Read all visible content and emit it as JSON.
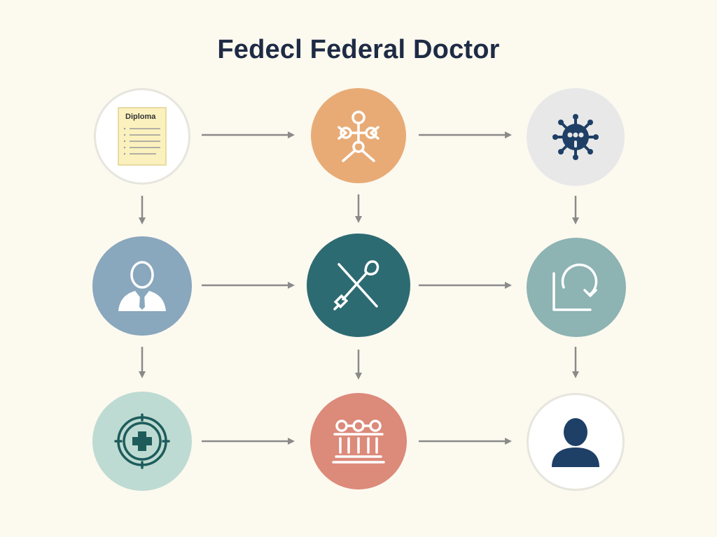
{
  "title": "Fedecl Federal Doctor",
  "colors": {
    "background": "#fcf9ef",
    "title": "#1e2b45",
    "arrow": "#8a8a8a",
    "navy": "#1e3f66"
  },
  "nodes": [
    {
      "name": "diploma",
      "icon": "diploma-document-icon",
      "fill": "#ffffff",
      "text": "Diploma"
    },
    {
      "name": "molecule",
      "icon": "molecule-icon",
      "fill": "#e8ab76"
    },
    {
      "name": "virus",
      "icon": "virus-icon",
      "fill": "#e8e8e8"
    },
    {
      "name": "person",
      "icon": "person-silhouette-icon",
      "fill": "#89a7bd"
    },
    {
      "name": "instruments",
      "icon": "crossed-instruments-icon",
      "fill": "#2d6b73"
    },
    {
      "name": "cycle",
      "icon": "cycle-refresh-icon",
      "fill": "#8db3b3"
    },
    {
      "name": "medical",
      "icon": "medical-cross-icon",
      "fill": "#bddbd2"
    },
    {
      "name": "institution",
      "icon": "institution-columns-icon",
      "fill": "#dc8a7a"
    },
    {
      "name": "doctor",
      "icon": "doctor-profile-icon",
      "fill": "#ffffff"
    }
  ]
}
